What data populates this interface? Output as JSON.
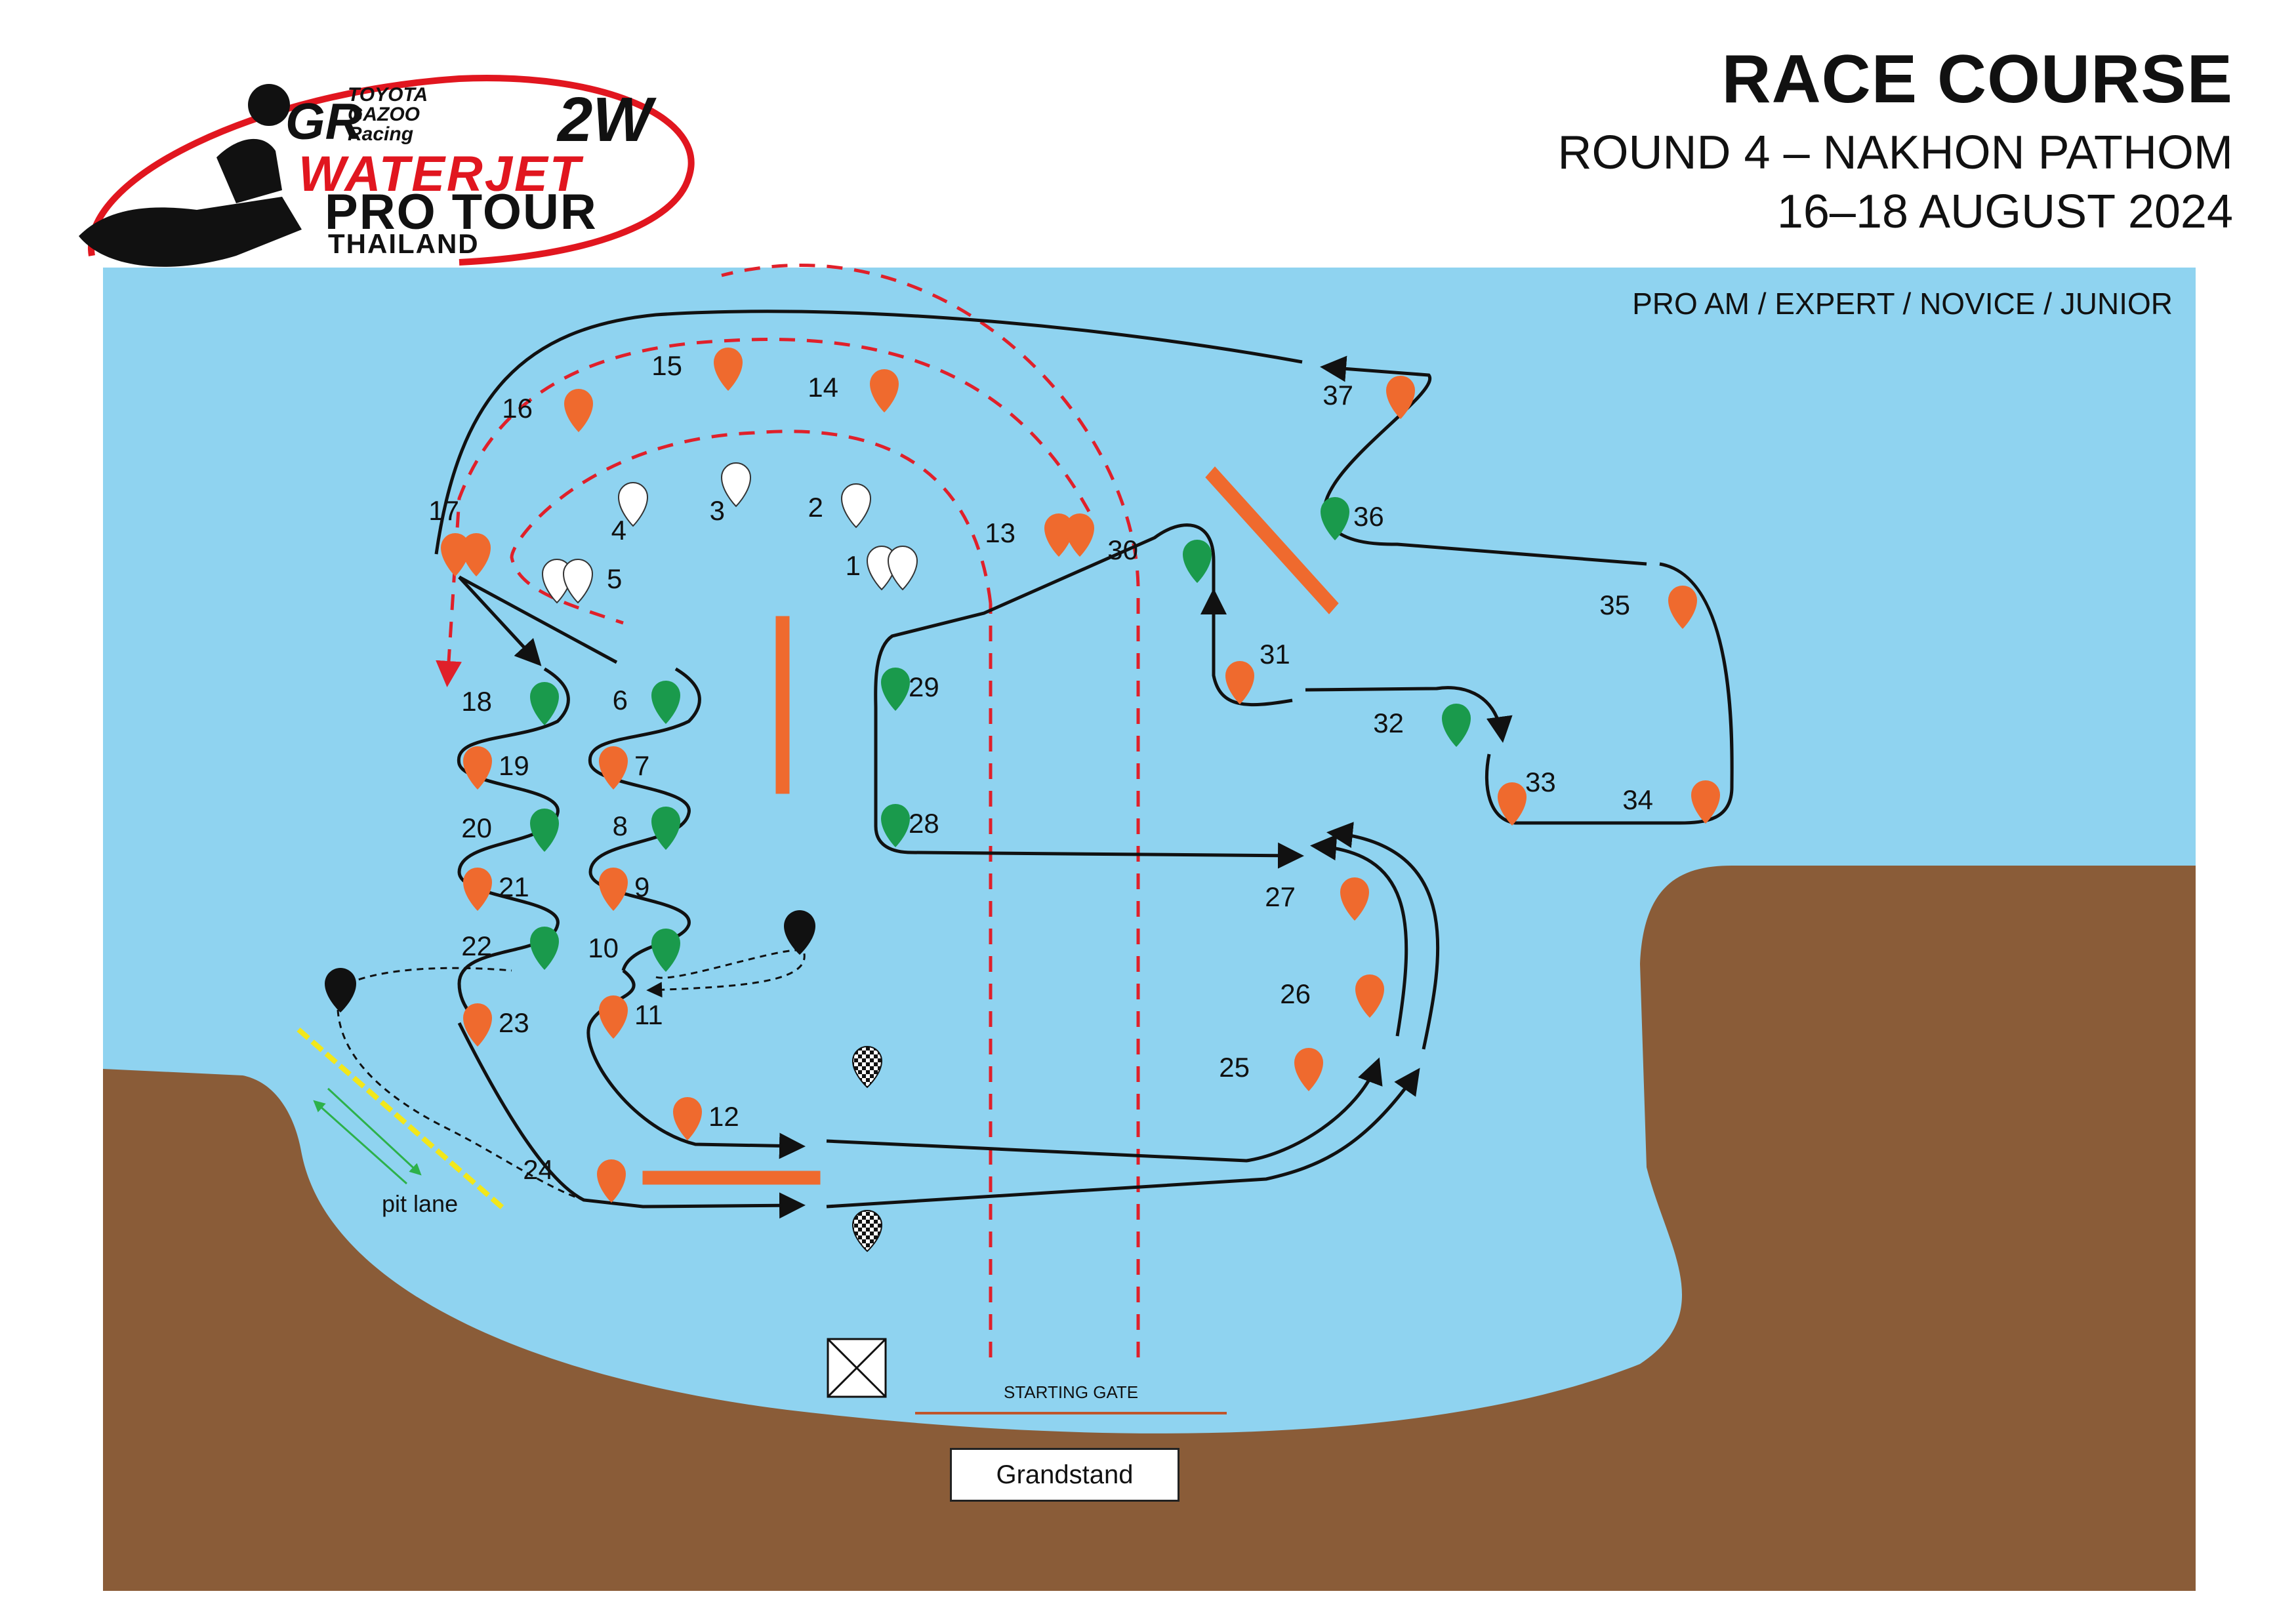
{
  "header": {
    "title": "RACE COURSE",
    "round": "ROUND 4 – NAKHON PATHOM",
    "dates": "16–18 AUGUST 2024"
  },
  "logo": {
    "sponsor_top": "TOYOTA",
    "sponsor_mid": "GAZOO",
    "sponsor_bot": "Racing",
    "gr_mark": "GR",
    "partner_mark": "2W",
    "line1": "WATERJET",
    "line2": "PRO TOUR",
    "line3": "THAILAND"
  },
  "classes": "PRO AM / EXPERT / NOVICE / JUNIOR",
  "map_labels": {
    "pit_lane": "pit lane",
    "starting_gate": "STARTING GATE",
    "grandstand": "Grandstand"
  },
  "colors": {
    "water": "#8fd3f0",
    "land": "#8a5c38",
    "buoy_orange": "#ef6a2e",
    "buoy_green": "#1a9a4c",
    "buoy_white": "#ffffff",
    "buoy_black": "#111111",
    "course_line": "#111111",
    "dashed_red": "#e0202a",
    "pit_yellow": "#f2e71a",
    "pit_arrow_green": "#2db14a"
  },
  "buoys": [
    {
      "n": "1",
      "color": "white",
      "double": true
    },
    {
      "n": "2",
      "color": "white",
      "double": false
    },
    {
      "n": "3",
      "color": "white",
      "double": false
    },
    {
      "n": "4",
      "color": "white",
      "double": false
    },
    {
      "n": "5",
      "color": "white",
      "double": true
    },
    {
      "n": "6",
      "color": "green",
      "double": false
    },
    {
      "n": "7",
      "color": "orange",
      "double": false
    },
    {
      "n": "8",
      "color": "green",
      "double": false
    },
    {
      "n": "9",
      "color": "orange",
      "double": false
    },
    {
      "n": "10",
      "color": "green",
      "double": false
    },
    {
      "n": "11",
      "color": "orange",
      "double": false
    },
    {
      "n": "12",
      "color": "orange",
      "double": false
    },
    {
      "n": "13",
      "color": "orange",
      "double": true
    },
    {
      "n": "14",
      "color": "orange",
      "double": false
    },
    {
      "n": "15",
      "color": "orange",
      "double": false
    },
    {
      "n": "16",
      "color": "orange",
      "double": false
    },
    {
      "n": "17",
      "color": "orange",
      "double": true
    },
    {
      "n": "18",
      "color": "green",
      "double": false
    },
    {
      "n": "19",
      "color": "orange",
      "double": false
    },
    {
      "n": "20",
      "color": "green",
      "double": false
    },
    {
      "n": "21",
      "color": "orange",
      "double": false
    },
    {
      "n": "22",
      "color": "green",
      "double": false
    },
    {
      "n": "23",
      "color": "orange",
      "double": false
    },
    {
      "n": "24",
      "color": "orange",
      "double": false
    },
    {
      "n": "25",
      "color": "orange",
      "double": false
    },
    {
      "n": "26",
      "color": "orange",
      "double": false
    },
    {
      "n": "27",
      "color": "orange",
      "double": false
    },
    {
      "n": "28",
      "color": "green",
      "double": false
    },
    {
      "n": "29",
      "color": "green",
      "double": false
    },
    {
      "n": "30",
      "color": "green",
      "double": false
    },
    {
      "n": "31",
      "color": "orange",
      "double": false
    },
    {
      "n": "32",
      "color": "green",
      "double": false
    },
    {
      "n": "33",
      "color": "orange",
      "double": false
    },
    {
      "n": "34",
      "color": "orange",
      "double": false
    },
    {
      "n": "35",
      "color": "orange",
      "double": false
    },
    {
      "n": "36",
      "color": "green",
      "double": false
    },
    {
      "n": "37",
      "color": "orange",
      "double": false
    }
  ]
}
